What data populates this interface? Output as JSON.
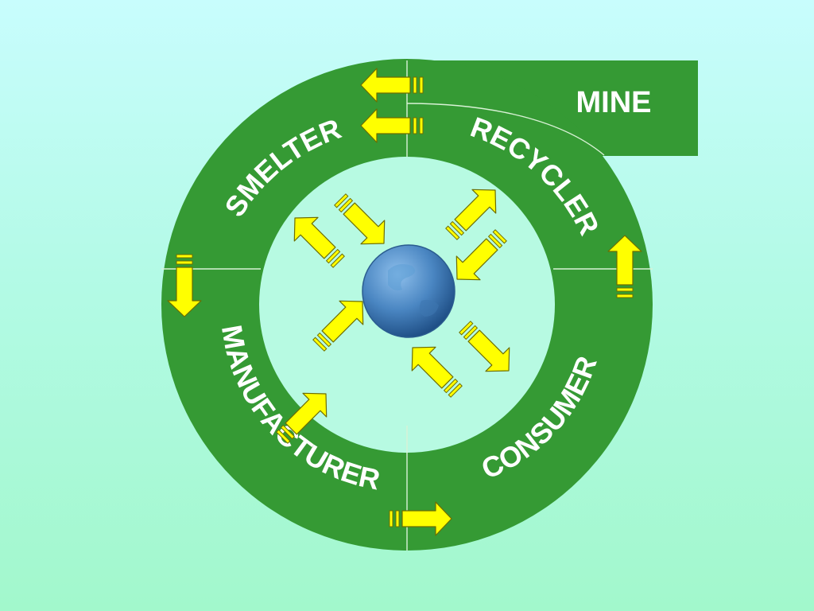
{
  "stages": {
    "mine": "MINE",
    "smelter": "SMELTER",
    "recycler": "RECYCLER",
    "manufacturer": "MANUFACTURER",
    "consumer": "CONSUMER"
  },
  "colors": {
    "ring_green": "#359a34",
    "arrow_yellow": "#ffff00",
    "arrow_outline": "#6d6d00",
    "globe_blue": "#4a86c2",
    "label_white": "#ffffff"
  },
  "icons": {
    "center": "globe-icon",
    "flow": "arrow-icon"
  }
}
